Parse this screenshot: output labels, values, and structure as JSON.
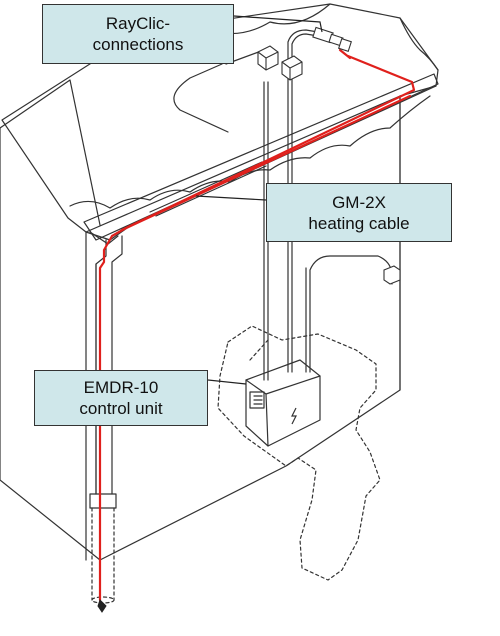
{
  "callouts": {
    "rayclic": {
      "line1": "RayClic-",
      "line2": "connections"
    },
    "gm2x": {
      "line1": "GM-2X",
      "line2": "heating cable"
    },
    "emdr": {
      "line1": "EMDR-10",
      "line2": "control unit"
    }
  },
  "colors": {
    "heating_cable": "#e0201c",
    "callout_fill": "#cfe7ea",
    "outline": "#333333"
  },
  "icons": [
    "rayclic-connector-icon",
    "junction-box-icon",
    "control-unit-icon",
    "lightning-icon"
  ]
}
